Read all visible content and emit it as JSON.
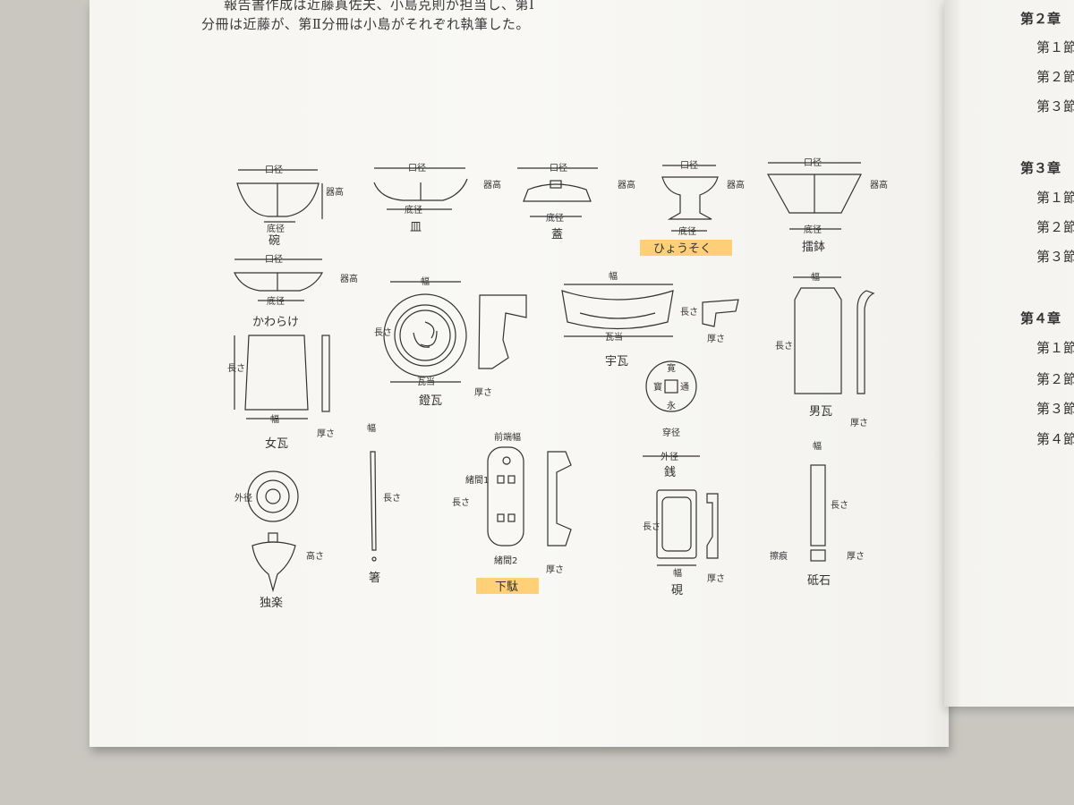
{
  "header": {
    "line1": "報告書作成は近藤真佐夫、小島克則が担当し、第Ⅰ",
    "line2": "分冊は近藤が、第Ⅱ分冊は小島がそれぞれ執筆した。"
  },
  "toc": {
    "chapters": [
      {
        "label": "第２章",
        "sections": [
          "第１節",
          "第２節",
          "第３節"
        ]
      },
      {
        "label": "第３章",
        "sections": [
          "第１節",
          "第２節",
          "第３節"
        ]
      },
      {
        "label": "第４章",
        "sections": [
          "第１節",
          "第２節",
          "第３節",
          "第４節"
        ]
      }
    ]
  },
  "figure": {
    "items": {
      "wan": "碗",
      "sara": "皿",
      "futa": "蓋",
      "hyousoku": "ひょうそく",
      "suribachi": "擂鉢",
      "kawarake": "かわらけ",
      "nokigawara": "鐙瓦",
      "nokihiragawara": "宇瓦",
      "ogawara": "男瓦",
      "megawara": "女瓦",
      "zeni": "銭",
      "koma": "独楽",
      "hashi": "箸",
      "geta": "下駄",
      "suzuri": "硯",
      "toishi": "砥石"
    },
    "dims": {
      "kokei": "口径",
      "teikei": "底径",
      "kikou": "器高",
      "haba": "幅",
      "nagasa": "長さ",
      "atsusa": "厚さ",
      "gawaate": "瓦当",
      "gaikei": "外径",
      "senkei": "穿径",
      "takasa": "高さ",
      "zentanhaba": "前端幅",
      "hanao1": "緒間1",
      "hanao2": "緒間2",
      "surekon": "擦痕"
    },
    "coin_chars": [
      "寛",
      "永",
      "通",
      "寳"
    ]
  },
  "colors": {
    "highlight": "#ffc34d"
  }
}
